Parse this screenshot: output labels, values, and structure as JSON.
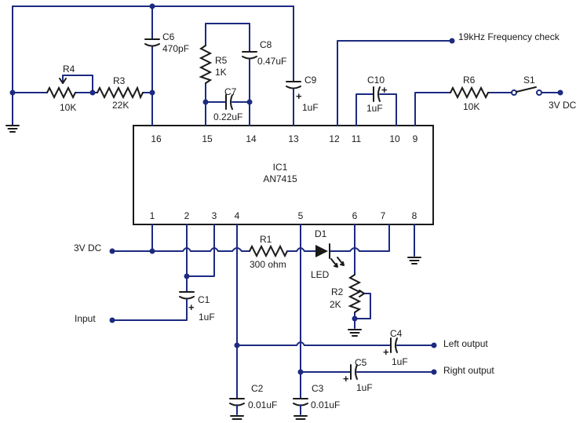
{
  "ic": {
    "ref": "IC1",
    "part": "AN7415"
  },
  "pins": [
    "1",
    "2",
    "3",
    "4",
    "5",
    "6",
    "7",
    "8",
    "9",
    "10",
    "11",
    "12",
    "13",
    "14",
    "15",
    "16"
  ],
  "components": {
    "c6": {
      "ref": "C6",
      "value": "470pF"
    },
    "r4": {
      "ref": "R4",
      "value": "10K"
    },
    "r3": {
      "ref": "R3",
      "value": "22K"
    },
    "r5": {
      "ref": "R5",
      "value": "1K"
    },
    "c8": {
      "ref": "C8",
      "value": "0.47uF"
    },
    "c7": {
      "ref": "C7",
      "value": "0.22uF"
    },
    "c9": {
      "ref": "C9",
      "value": "1uF"
    },
    "c10": {
      "ref": "C10",
      "value": "1uF"
    },
    "r6": {
      "ref": "R6",
      "value": "10K"
    },
    "s1": {
      "ref": "S1"
    },
    "r1": {
      "ref": "R1",
      "value": "300 ohm"
    },
    "d1": {
      "ref": "D1",
      "value": "LED"
    },
    "r2": {
      "ref": "R2",
      "value": "2K"
    },
    "c1": {
      "ref": "C1",
      "value": "1uF"
    },
    "c4": {
      "ref": "C4",
      "value": "1uF"
    },
    "c5": {
      "ref": "C5",
      "value": "1uF"
    },
    "c2": {
      "ref": "C2",
      "value": "0.01uF"
    },
    "c3": {
      "ref": "C3",
      "value": "0.01uF"
    }
  },
  "labels": {
    "freq_check": "19kHz Frequency check",
    "supply_right": "3V DC",
    "supply_left": "3V DC",
    "input": "Input",
    "left_output": "Left output",
    "right_output": "Right output"
  },
  "polarity_mark": "+",
  "colors": {
    "wire": "#1c2a80",
    "part": "#1a1a1a",
    "background": "#ffffff"
  }
}
